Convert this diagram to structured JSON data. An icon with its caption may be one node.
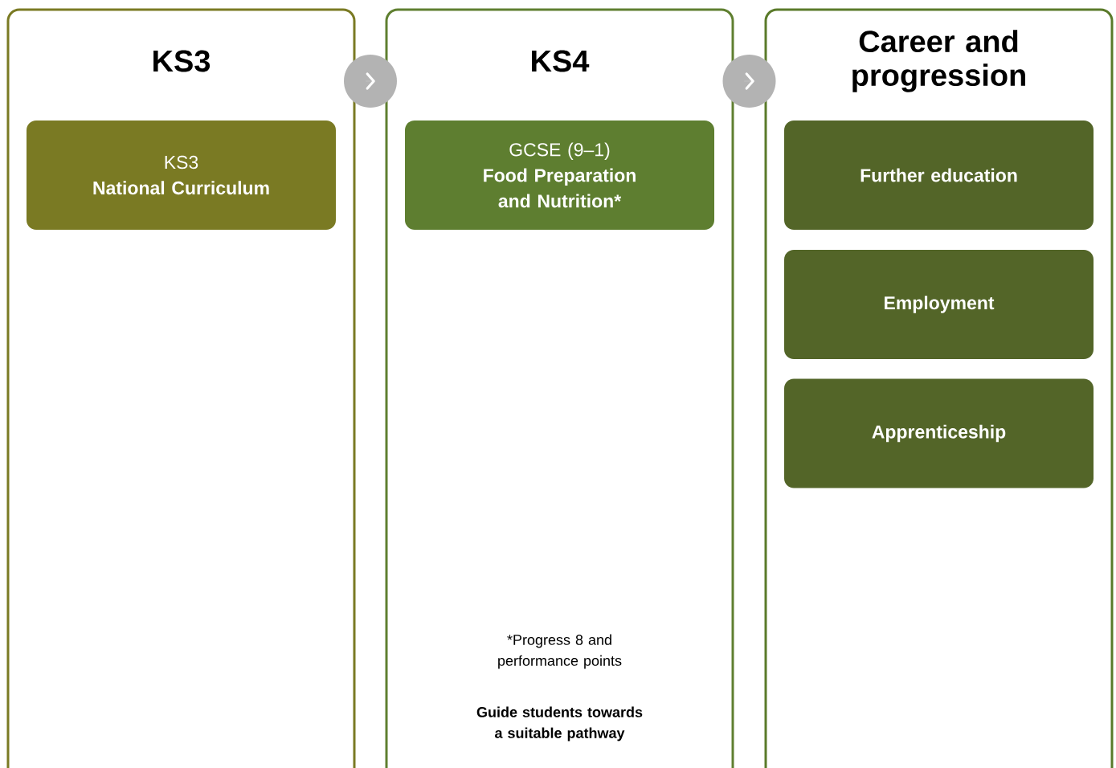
{
  "diagram": {
    "nodes": [
      {
        "text": [
          "KS3"
        ]
      },
      {
        "text": [
          "KS3",
          "National Curriculum"
        ],
        "in": 0
      },
      {
        "text": [
          "KS4",
          "*Progress 8 and performance points",
          "Guide students towards a suitable pathway"
        ]
      },
      {
        "text": [
          "GCSE (9–1)",
          "Food Preparation and Nutrition*"
        ],
        "in": 2
      },
      {
        "text": [
          "Career and progression"
        ]
      },
      {
        "text": [
          "Further education"
        ],
        "in": 4
      },
      {
        "text": [
          "Employment"
        ],
        "in": 4
      },
      {
        "text": [
          "Apprenticeship"
        ],
        "in": 4
      }
    ],
    "edges": [
      {
        "from": 0,
        "to": 2,
        "arrow": "to"
      },
      {
        "from": 2,
        "to": 4,
        "arrow": "to"
      }
    ]
  }
}
